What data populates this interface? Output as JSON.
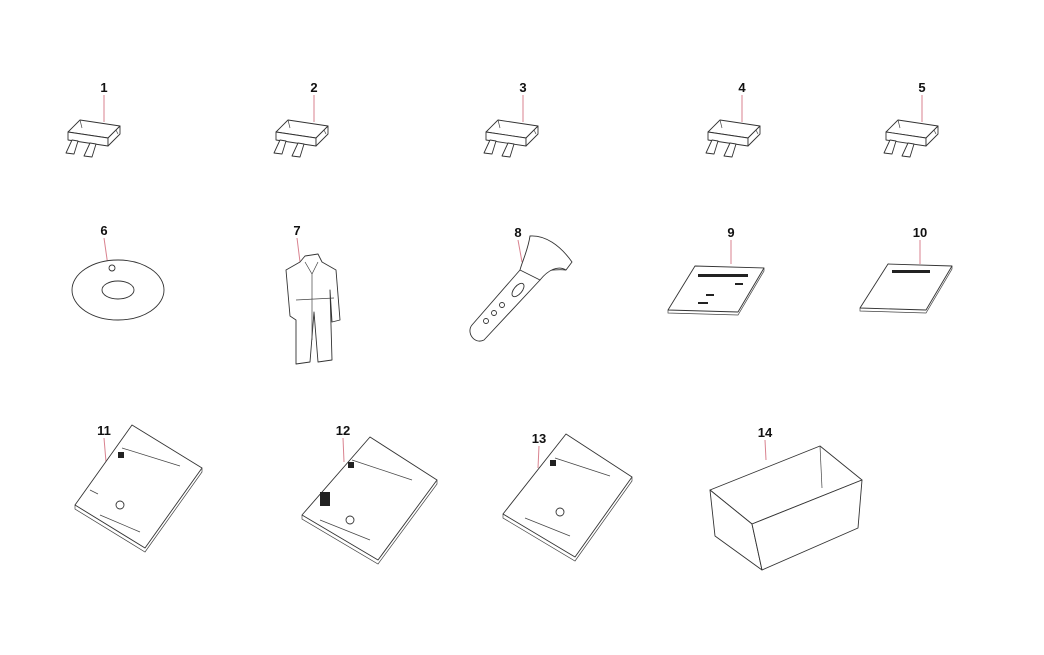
{
  "diagram": {
    "type": "exploded parts diagram",
    "callouts": [
      {
        "number": "1",
        "part": "fuse"
      },
      {
        "number": "2",
        "part": "fuse"
      },
      {
        "number": "3",
        "part": "fuse"
      },
      {
        "number": "4",
        "part": "fuse"
      },
      {
        "number": "5",
        "part": "fuse"
      },
      {
        "number": "6",
        "part": "disc"
      },
      {
        "number": "7",
        "part": "coverall"
      },
      {
        "number": "8",
        "part": "flashlight"
      },
      {
        "number": "9",
        "part": "card"
      },
      {
        "number": "10",
        "part": "card"
      },
      {
        "number": "11",
        "part": "manual"
      },
      {
        "number": "12",
        "part": "manual"
      },
      {
        "number": "13",
        "part": "manual"
      },
      {
        "number": "14",
        "part": "box"
      }
    ],
    "colors": {
      "leader": "#d9828f",
      "line": "#333333"
    }
  }
}
